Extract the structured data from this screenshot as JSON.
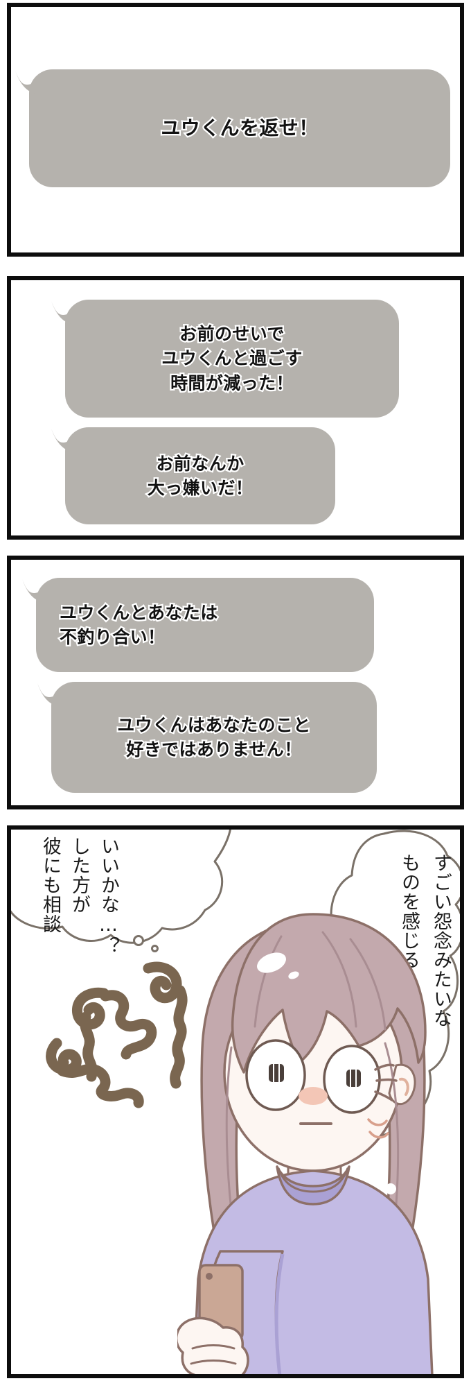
{
  "comic": {
    "panels": [
      {
        "name": "panel-1",
        "bubbles": [
          {
            "text": "ユウくんを返せ！",
            "align": "center"
          }
        ]
      },
      {
        "name": "panel-2",
        "bubbles": [
          {
            "text": "お前のせいで\nユウくんと過ごす\n時間が減った！",
            "align": "center"
          },
          {
            "text": "お前なんか\n大っ嫌いだ！",
            "align": "center"
          }
        ]
      },
      {
        "name": "panel-3",
        "bubbles": [
          {
            "text": "ユウくんとあなたは\n不釣り合い！",
            "align": "left"
          },
          {
            "text": "ユウくんはあなたのこと\n好きではありません！",
            "align": "center"
          }
        ]
      },
      {
        "name": "panel-4",
        "thoughts": [
          {
            "position": "left",
            "columns": [
              "彼にも相談",
              "した方が",
              "いいかな…？"
            ]
          },
          {
            "position": "right",
            "columns": [
              "すごい怨念みたいな",
              "ものを感じる…"
            ]
          }
        ],
        "character": {
          "description": "girl-with-phone",
          "hair_color": "#c3a9ad",
          "hair_shadow_color": "#a98d92",
          "sweater_color": "#c3bbe4",
          "sweater_shadow_color": "#aaa1d4",
          "skin_color": "#fdf6f2",
          "blush_color": "#f3c6b6",
          "phone_color": "#caa795",
          "outline_color": "#8d7068"
        },
        "squiggle": {
          "description": "curse-smoke-squiggle",
          "color": "#7a6650"
        }
      }
    ],
    "colors": {
      "panel_border": "#0d0d0d",
      "bubble_fill": "#b5b2ad",
      "bubble_text": "#121212",
      "bubble_text_outline": "#ffffff",
      "thought_outline": "#7a7168",
      "background": "#ffffff"
    }
  }
}
